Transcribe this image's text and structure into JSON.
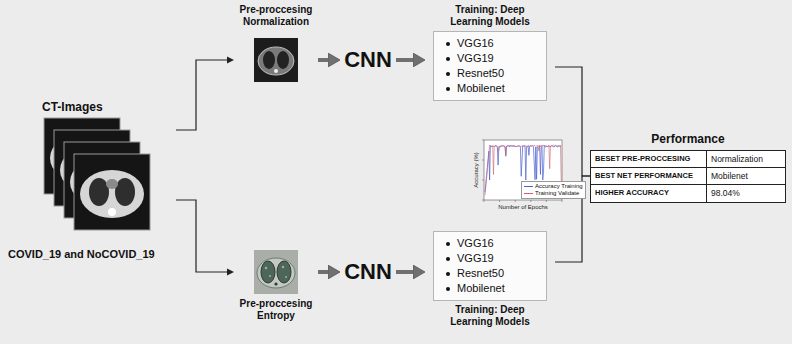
{
  "diagram": {
    "nodes": [
      {
        "text": [
          "CT-Images",
          "COVID_19 and NoCOVID_19"
        ]
      },
      {
        "text": [
          "Pre-proccesing Normalization"
        ]
      },
      {
        "text": [
          "CNN"
        ]
      },
      {
        "text": [
          "Training: Deep Learning Models",
          "VGG16",
          "VGG19",
          "Resnet50",
          "Mobilenet"
        ]
      },
      {
        "text": [
          "Pre-proccesing Entropy"
        ]
      },
      {
        "text": [
          "CNN"
        ]
      },
      {
        "text": [
          "VGG16",
          "VGG19",
          "Resnet50",
          "Mobilenet",
          "Training: Deep Learning Models"
        ]
      },
      {
        "text": [
          "Performance",
          "BESET PRE-PROCCESING",
          "Normalization",
          "BEST NET PERFORMANCE",
          "Mobilenet",
          "HIGHER ACCURACY",
          "98.04%"
        ]
      }
    ],
    "edges": [
      {
        "from": 0,
        "to": 1,
        "arrow": "to"
      },
      {
        "from": 0,
        "to": 4,
        "arrow": "to"
      },
      {
        "from": 1,
        "to": 2,
        "arrow": "to"
      },
      {
        "from": 2,
        "to": 3,
        "arrow": "to"
      },
      {
        "from": 4,
        "to": 5,
        "arrow": "to"
      },
      {
        "from": 5,
        "to": 6,
        "arrow": "to"
      },
      {
        "from": 3,
        "to": 7,
        "arrow": "none"
      },
      {
        "from": 6,
        "to": 7,
        "arrow": "none"
      }
    ],
    "labels": [
      "Accuracy (%)",
      "Number of Epochs"
    ],
    "legend": [
      {
        "text": "Accuracy Training"
      },
      {
        "text": "Training Validate"
      }
    ]
  }
}
